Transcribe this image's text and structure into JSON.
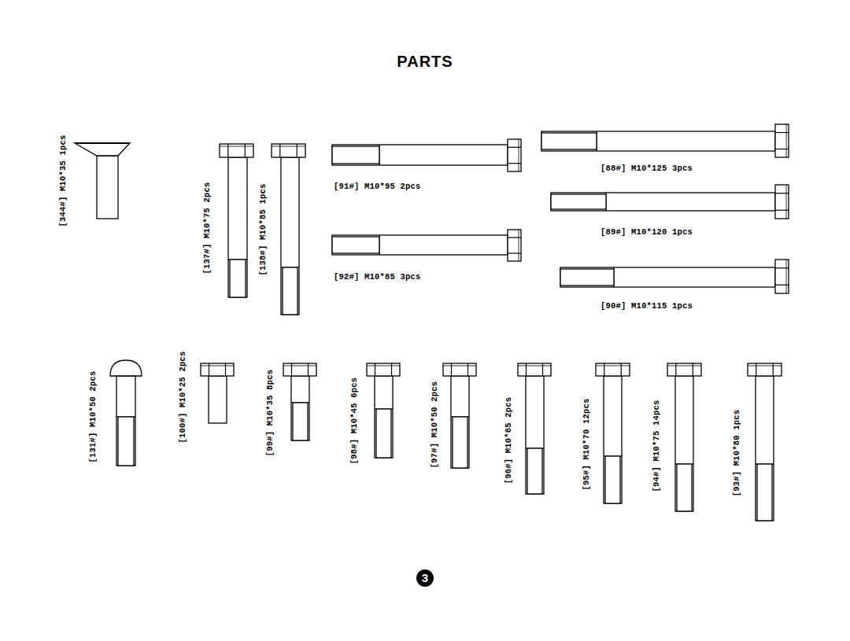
{
  "diagram": {
    "title": "PARTS",
    "labels": [
      "[344#] M10*35 1pcs",
      "[137#] M10*75 2pcs",
      "[138#] M10*85 1pcs",
      "[91#] M10*95 2pcs",
      "[88#] M10*125 3pcs",
      "[89#] M10*120 1pcs",
      "[92#] M10*85 3pcs",
      "[90#] M10*115 1pcs",
      "[131#] M10*50 2pcs",
      "[100#] M10*25 2pcs",
      "[99#] M10*35 8pcs",
      "[98#] M10*45 6pcs",
      "[97#] M10*50 2pcs",
      "[96#] M10*65 2pcs",
      "[95#] M10*70 12pcs",
      "[94#] M10*75 14pcs",
      "[93#] M10*80 1pcs",
      "3"
    ]
  }
}
